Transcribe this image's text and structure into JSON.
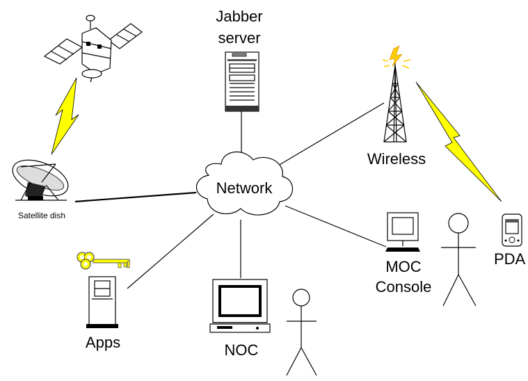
{
  "nodes": {
    "network": "Network",
    "jabber_server": [
      "Jabber",
      "server"
    ],
    "wireless": "Wireless",
    "satellite_dish": "Satellite dish",
    "pda": "PDA",
    "moc_console": [
      "MOC",
      "Console"
    ],
    "apps": "Apps",
    "noc": "NOC"
  },
  "colors": {
    "lightning": "#ffff00",
    "key": "#ffff00",
    "antenna_spark": "#ffcc00",
    "line": "#000000"
  }
}
